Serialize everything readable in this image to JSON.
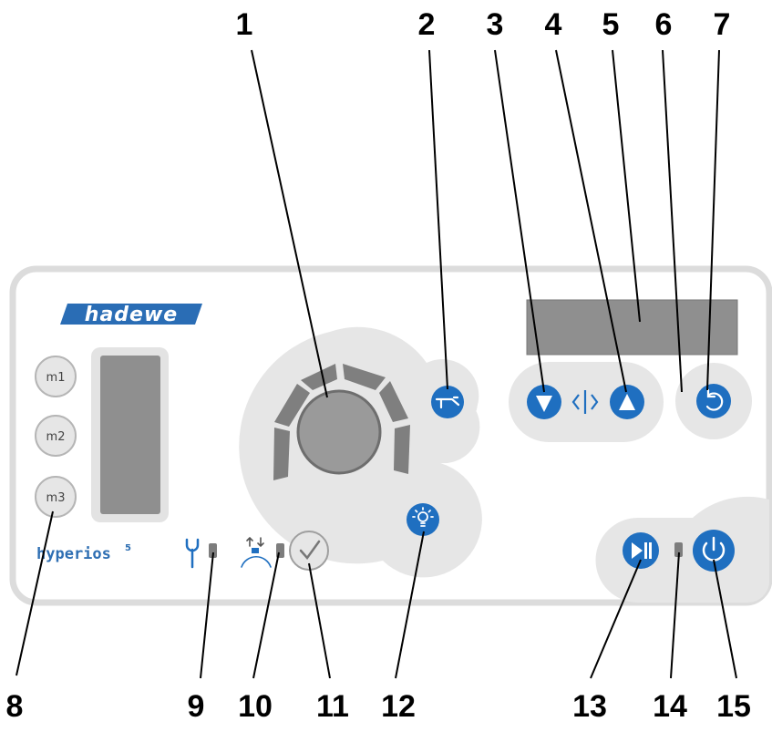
{
  "panel": {
    "brand": "hadewe",
    "model": "hyperios",
    "model_superscript": "5",
    "memory_buttons": [
      "m1",
      "m2",
      "m3"
    ]
  },
  "callouts": [
    "1",
    "2",
    "3",
    "4",
    "5",
    "6",
    "7",
    "8",
    "9",
    "10",
    "11",
    "12",
    "13",
    "14",
    "15"
  ],
  "colors": {
    "panel_border": "#dcdcdc",
    "panel_fill": "#ffffff",
    "raised_area": "#e6e6e6",
    "button_blue": "#1f6fc0",
    "display_grey": "#8f8f8f",
    "led_grey": "#7d7d7d",
    "knob_grey": "#9a9a9a"
  },
  "icons": {
    "button_2": "tool-icon",
    "button_3": "down-arrow-icon",
    "button_4": "up-arrow-icon",
    "center_3_4": "adjust-width-icon",
    "button_7": "reset-icon",
    "button_11": "checkmark-icon",
    "button_12": "light-bulb-icon",
    "button_13": "play-pause-icon",
    "button_15": "power-icon",
    "indicator_9": "wrench-icon",
    "indicator_10": "thickness-icon"
  }
}
